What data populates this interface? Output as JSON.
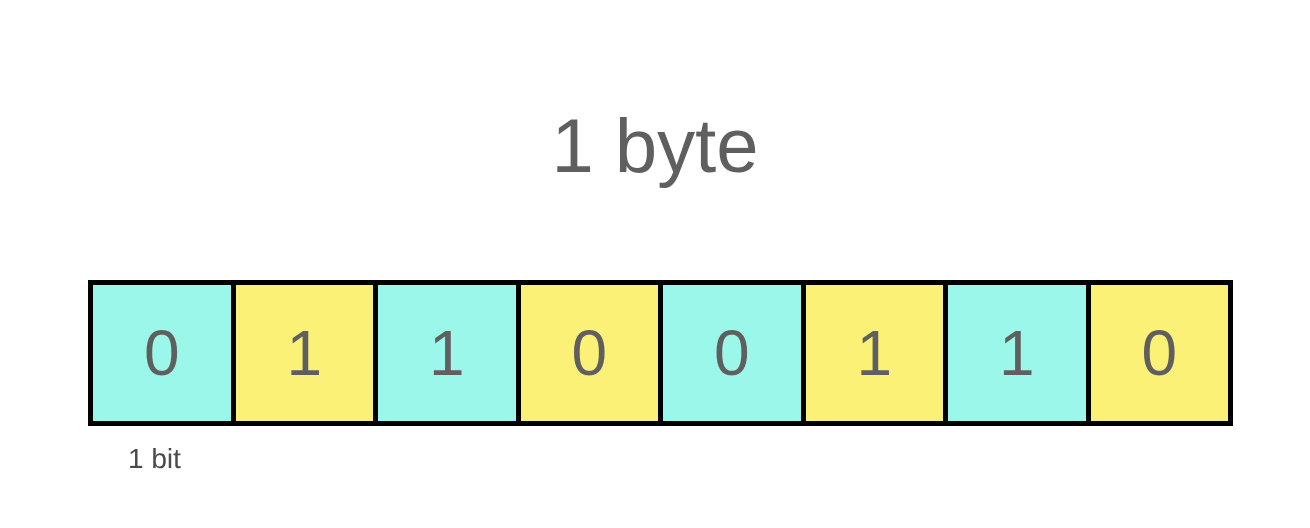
{
  "title": "1 byte",
  "caption": "1 bit",
  "colors": {
    "cyan": "#9bf7e9",
    "yellow": "#fcf177",
    "text": "#5f5f5f",
    "border": "#000000"
  },
  "bits": [
    {
      "value": "0",
      "color": "cyan"
    },
    {
      "value": "1",
      "color": "yellow"
    },
    {
      "value": "1",
      "color": "cyan"
    },
    {
      "value": "0",
      "color": "yellow"
    },
    {
      "value": "0",
      "color": "cyan"
    },
    {
      "value": "1",
      "color": "yellow"
    },
    {
      "value": "1",
      "color": "cyan"
    },
    {
      "value": "0",
      "color": "yellow"
    }
  ]
}
